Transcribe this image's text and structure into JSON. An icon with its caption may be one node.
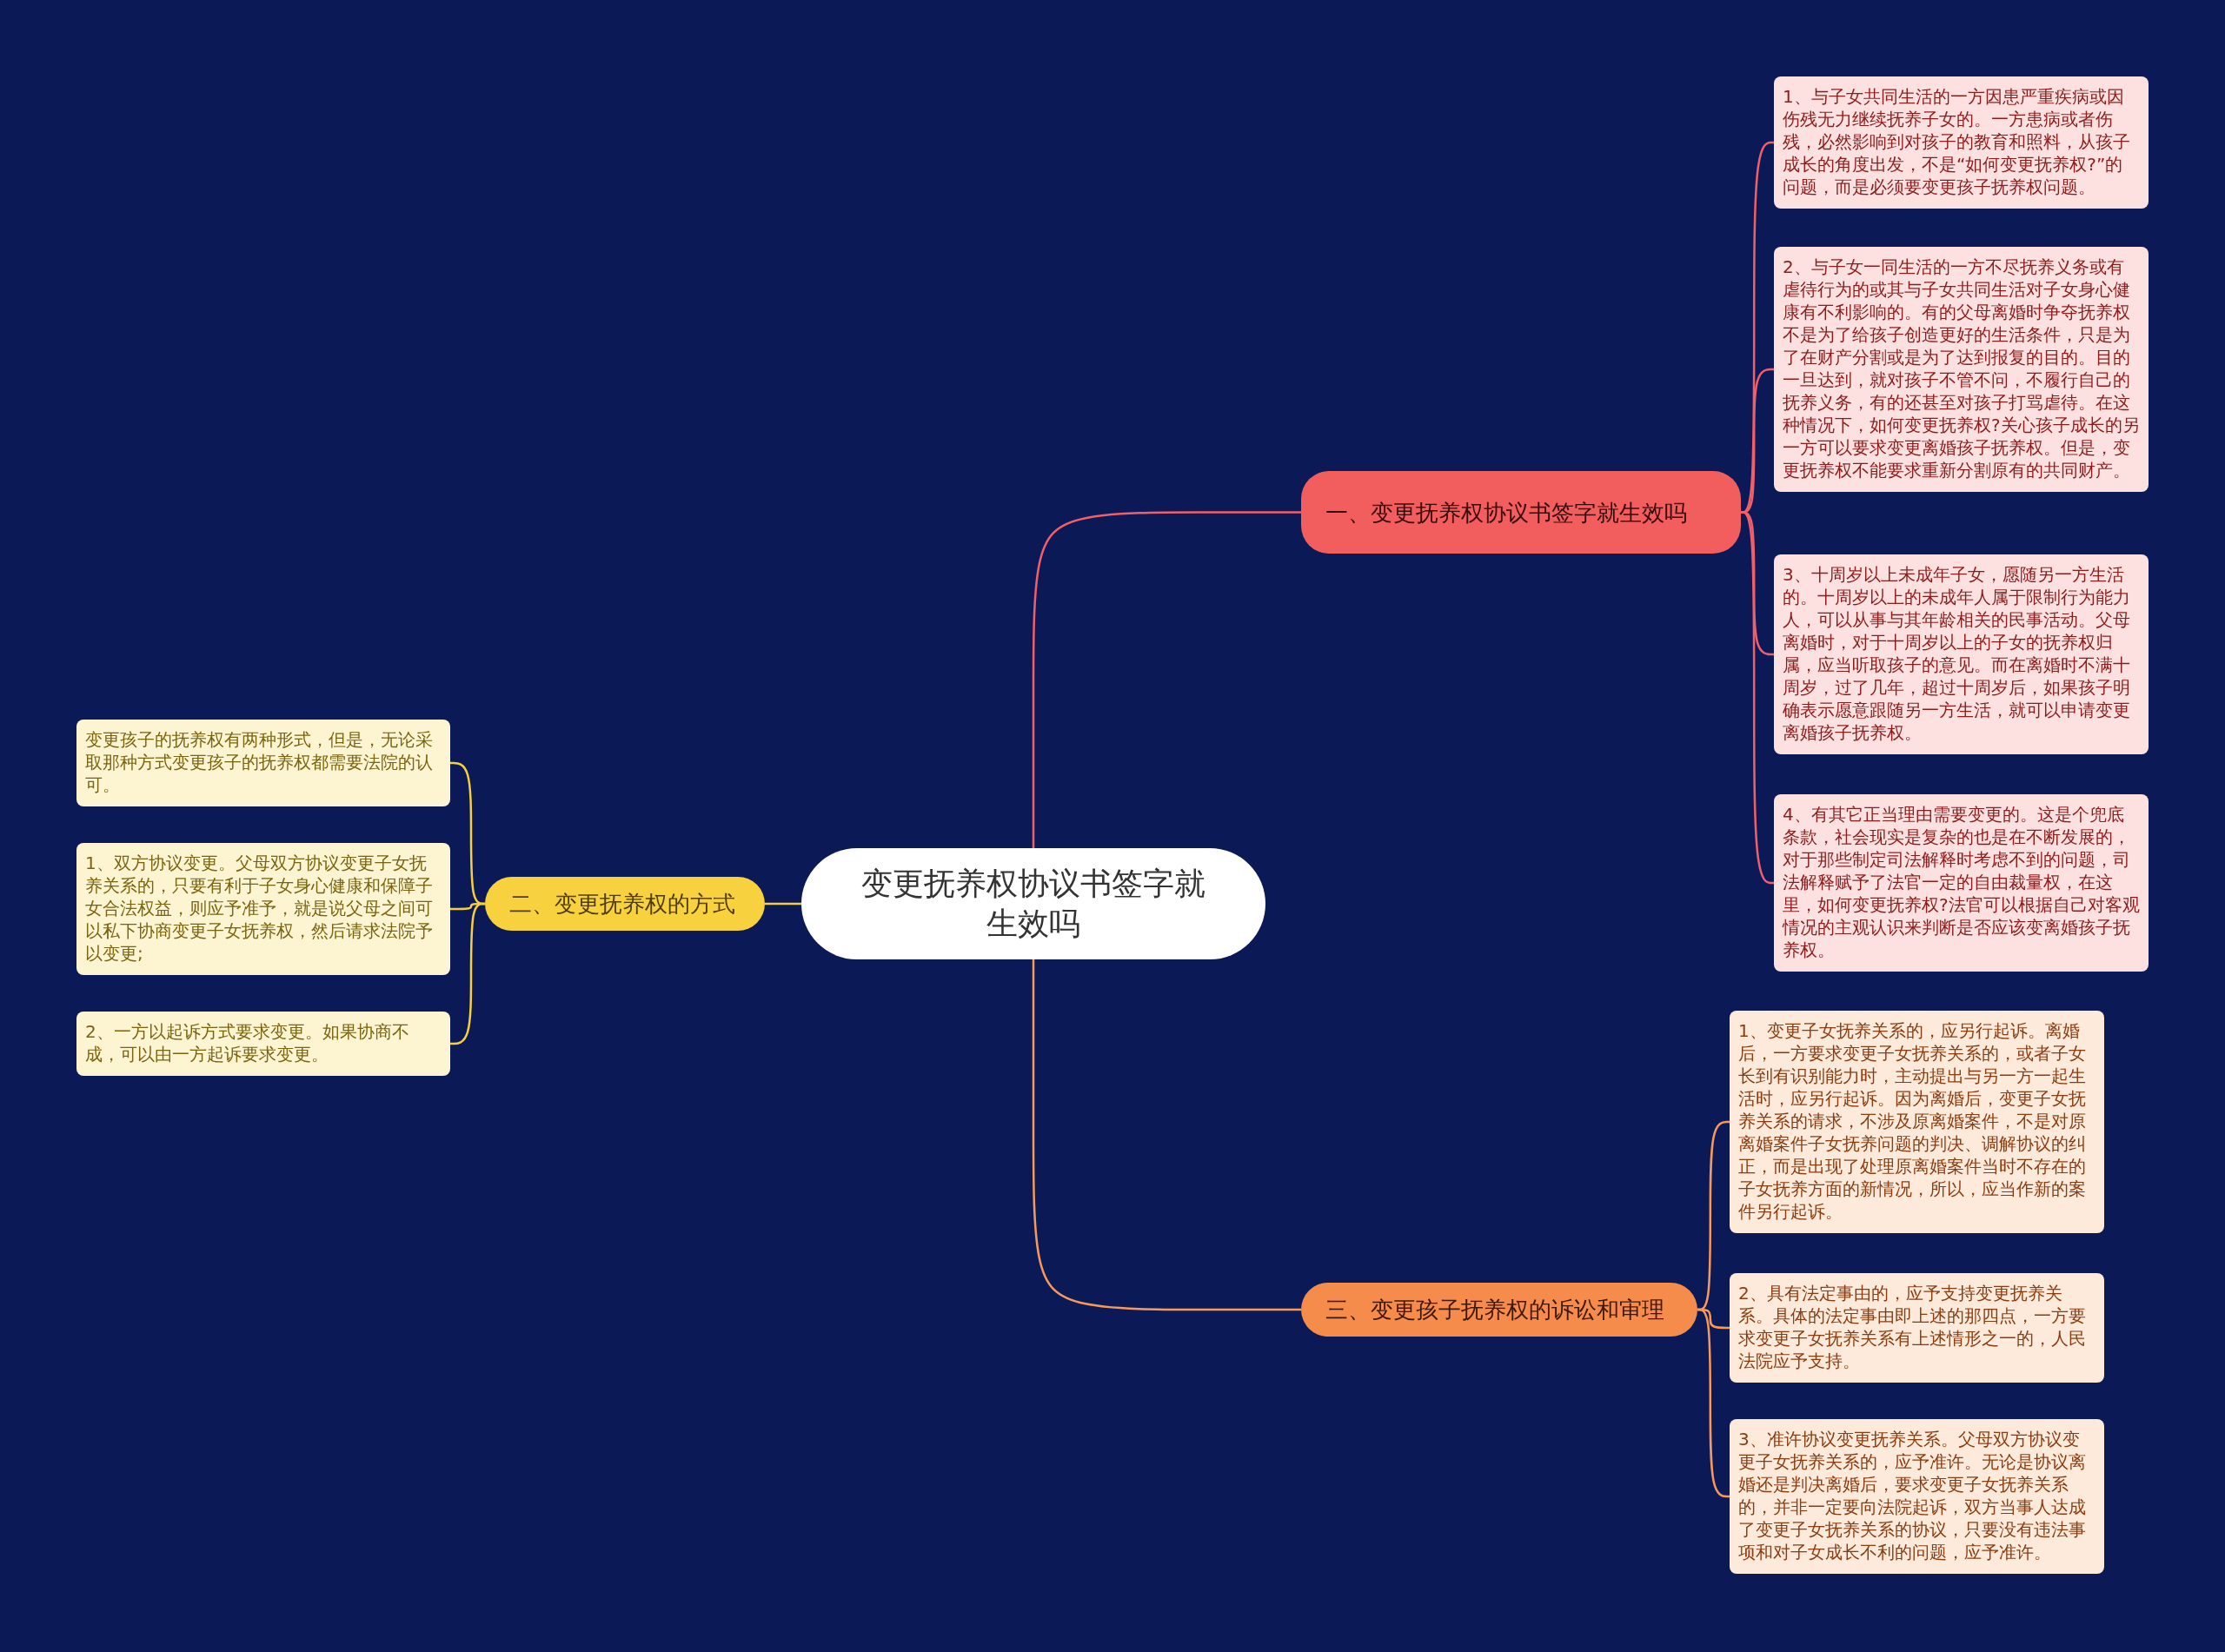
{
  "diagram": {
    "nodes": [
      {
        "text": [
          "变更抚养权协议书签字就生效吗"
        ]
      },
      {
        "text": [
          "一、变更抚养权协议书签字就生效吗"
        ]
      },
      {
        "text": [
          "1、与子女共同生活的一方因患严重疾病或因伤残无力继续抚养子女的。一方患病或者伤残，必然影响到对孩子的教育和照料，从孩子成长的角度出发，不是“如何变更抚养权?”的问题，而是必须要变更孩子抚养权问题。"
        ]
      },
      {
        "text": [
          "2、与子女一同生活的一方不尽抚养义务或有虐待行为的或其与子女共同生活对子女身心健康有不利影响的。有的父母离婚时争夺抚养权不是为了给孩子创造更好的生活条件，只是为了在财产分割或是为了达到报复的目的。目的一旦达到，就对孩子不管不问，不履行自己的抚养义务，有的还甚至对孩子打骂虐待。在这种情况下，如何变更抚养权?关心孩子成长的另一方可以要求变更离婚孩子抚养权。但是，变更抚养权不能要求重新分割原有的共同财产。"
        ]
      },
      {
        "text": [
          "3、十周岁以上未成年子女，愿随另一方生活的。十周岁以上的未成年人属于限制行为能力人，可以从事与其年龄相关的民事活动。父母离婚时，对于十周岁以上的子女的抚养权归属，应当听取孩子的意见。而在离婚时不满十周岁，过了几年，超过十周岁后，如果孩子明确表示愿意跟随另一方生活，就可以申请变更离婚孩子抚养权。"
        ]
      },
      {
        "text": [
          "4、有其它正当理由需要变更的。这是个兜底条款，社会现实是复杂的也是在不断发展的，对于那些制定司法解释时考虑不到的问题，司法解释赋予了法官一定的自由裁量权，在这里，如何变更抚养权?法官可以根据自己对客观情况的主观认识来判断是否应该变离婚孩子抚养权。"
        ]
      },
      {
        "text": [
          "二、变更抚养权的方式"
        ]
      },
      {
        "text": [
          "变更孩子的抚养权有两种形式，但是，无论采取那种方式变更孩子的抚养权都需要法院的认可。"
        ]
      },
      {
        "text": [
          "1、双方协议变更。父母双方协议变更子女抚养关系的，只要有利于子女身心健康和保障子女合法权益，则应予准予，就是说父母之间可以私下协商变更子女抚养权，然后请求法院予以变更;"
        ]
      },
      {
        "text": [
          "2、一方以起诉方式要求变更。如果协商不成，可以由一方起诉要求变更。"
        ]
      },
      {
        "text": [
          "三、变更孩子抚养权的诉讼和审理"
        ]
      },
      {
        "text": [
          "1、变更子女抚养关系的，应另行起诉。离婚后，一方要求变更子女抚养关系的，或者子女长到有识别能力时，主动提出与另一方一起生活时，应另行起诉。因为离婚后，变更子女抚养关系的请求，不涉及原离婚案件，不是对原离婚案件子女抚养问题的判决、调解协议的纠正，而是出现了处理原离婚案件当时不存在的子女抚养方面的新情况，所以，应当作新的案件另行起诉。"
        ]
      },
      {
        "text": [
          "2、具有法定事由的，应予支持变更抚养关系。具体的法定事由即上述的那四点，一方要求变更子女抚养关系有上述情形之一的，人民法院应予支持。"
        ]
      },
      {
        "text": [
          "3、准许协议变更抚养关系。父母双方协议变更子女抚养关系的，应予准许。无论是协议离婚还是判决离婚后，要求变更子女抚养关系的，并非一定要向法院起诉，双方当事人达成了变更子女抚养关系的协议，只要没有违法事项和对子女成长不利的问题，应予准许。"
        ]
      }
    ],
    "edges": [
      {
        "from": 0,
        "to": 1,
        "arrow": "none",
        "color": "#f0606a"
      },
      {
        "from": 1,
        "to": 2,
        "arrow": "none",
        "color": "#f0606a"
      },
      {
        "from": 1,
        "to": 3,
        "arrow": "none",
        "color": "#f0606a"
      },
      {
        "from": 1,
        "to": 4,
        "arrow": "none",
        "color": "#f0606a"
      },
      {
        "from": 1,
        "to": 5,
        "arrow": "none",
        "color": "#f0606a"
      },
      {
        "from": 0,
        "to": 6,
        "arrow": "none",
        "color": "#f5d03c"
      },
      {
        "from": 6,
        "to": 7,
        "arrow": "none",
        "color": "#f5d03c"
      },
      {
        "from": 6,
        "to": 8,
        "arrow": "none",
        "color": "#f5d03c"
      },
      {
        "from": 6,
        "to": 9,
        "arrow": "none",
        "color": "#f5d03c"
      },
      {
        "from": 0,
        "to": 10,
        "arrow": "none",
        "color": "#f59a5a"
      },
      {
        "from": 10,
        "to": 11,
        "arrow": "none",
        "color": "#f59a5a"
      },
      {
        "from": 10,
        "to": 12,
        "arrow": "none",
        "color": "#f59a5a"
      },
      {
        "from": 10,
        "to": 13,
        "arrow": "none",
        "color": "#f59a5a"
      }
    ]
  }
}
